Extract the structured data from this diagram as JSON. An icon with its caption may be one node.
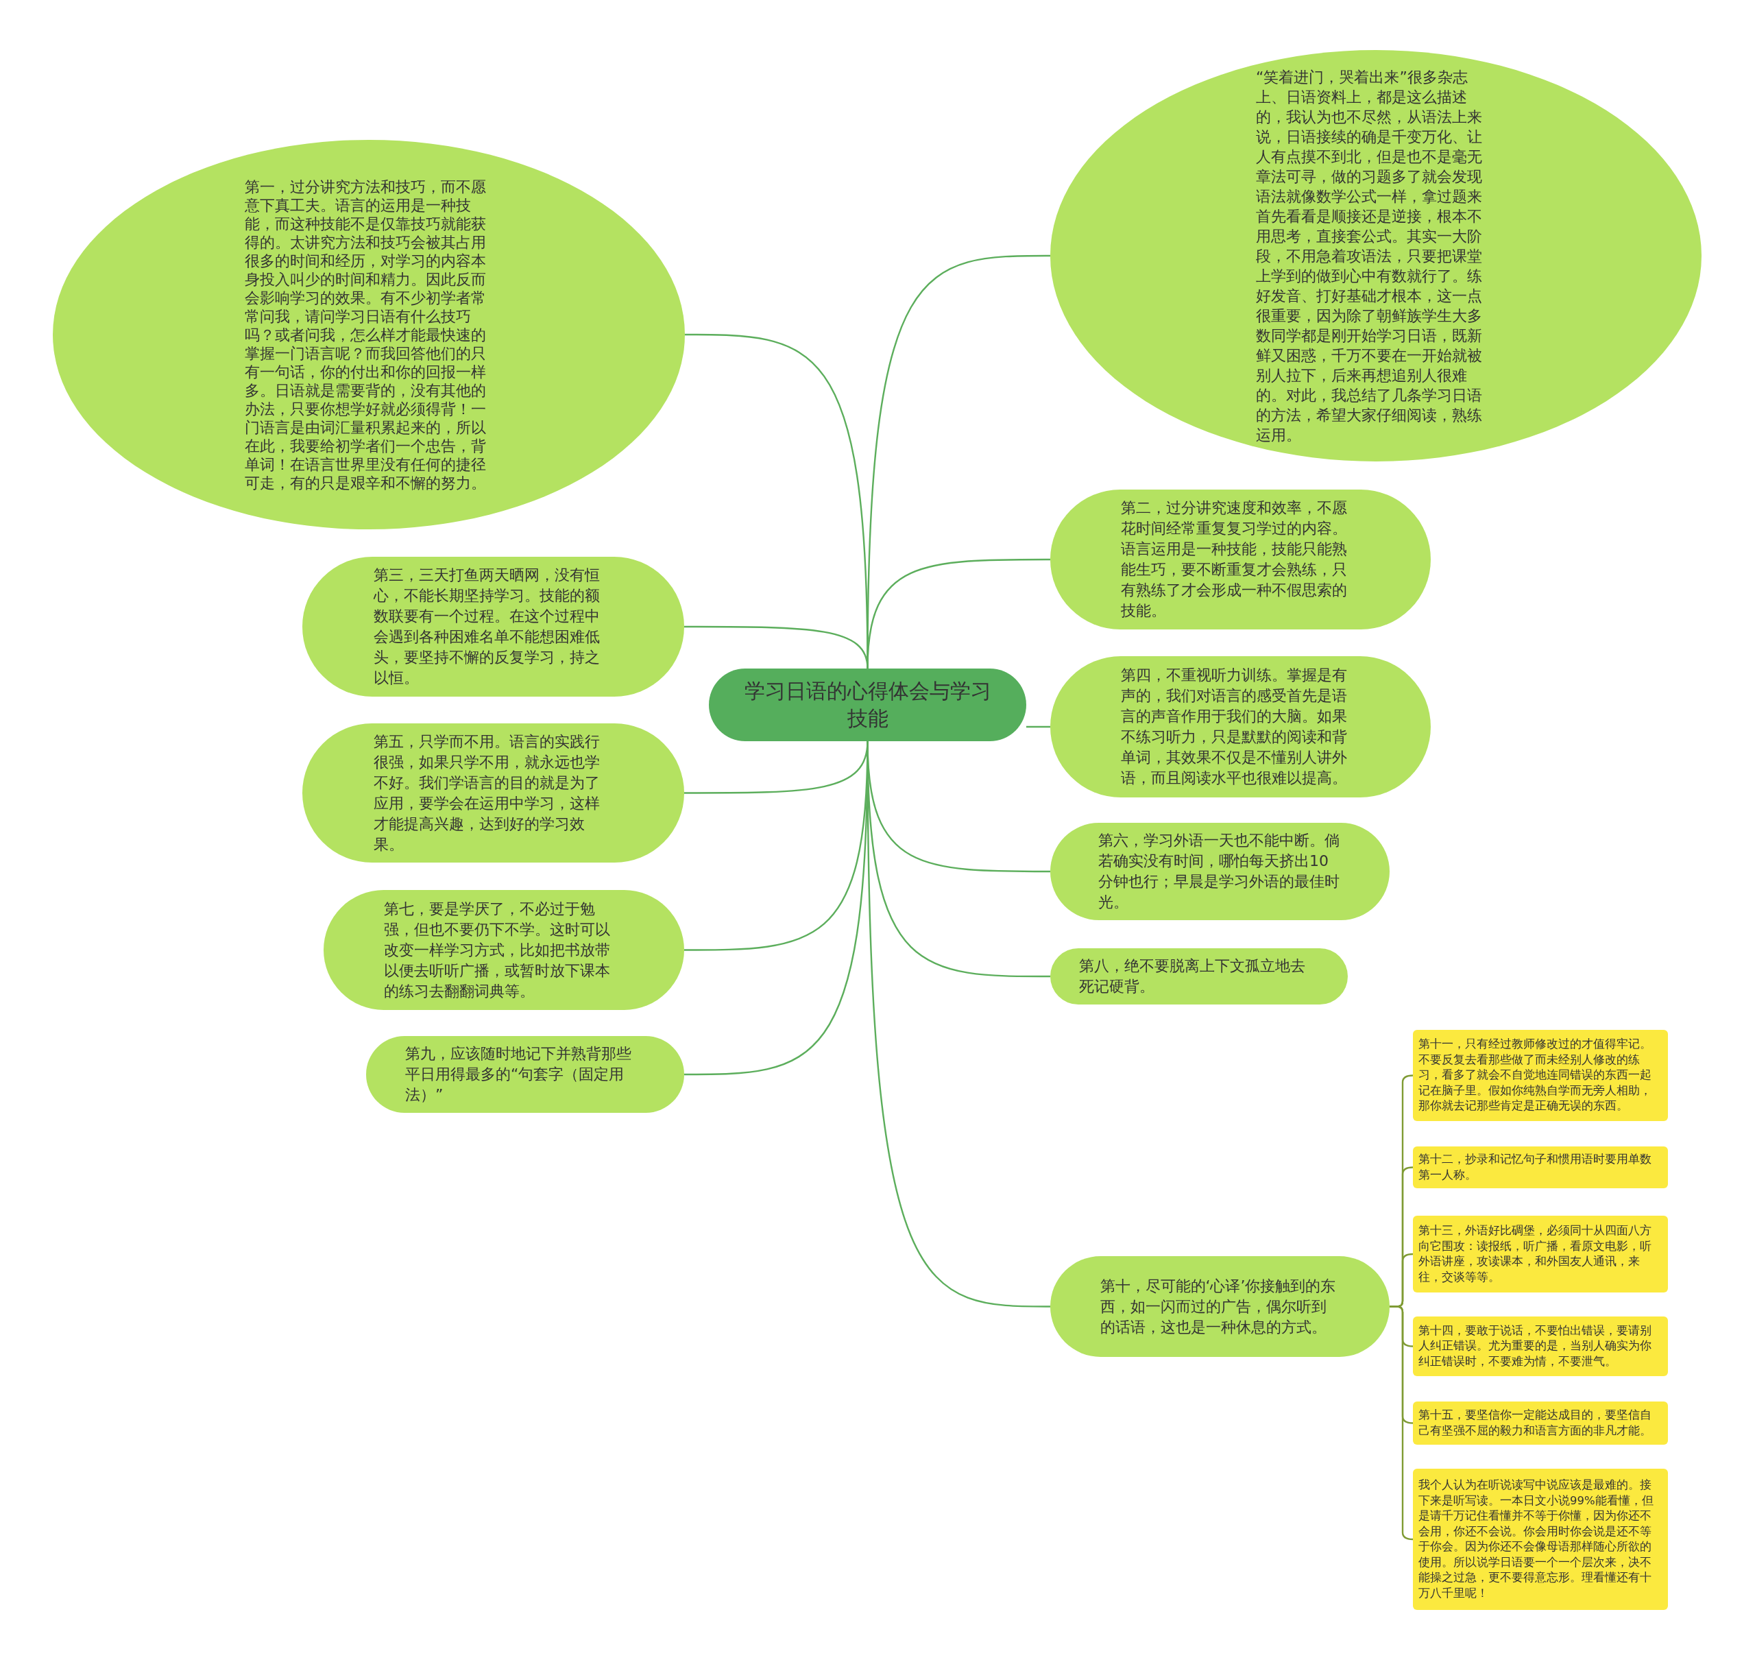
{
  "diagram": {
    "nodes": [
      {
        "text": [
          "学习日语的心得体会与学习技能"
        ]
      },
      {
        "text": [
          "第一，过分讲究方法和技巧，而不愿意下真工夫。语言的运用是一种技能，而这种技能不是仅靠技巧就能获得的。太讲究方法和技巧会被其占用很多的时间和经历，对学习的内容本身投入叫少的时间和精力。因此反而会影响学习的效果。有不少初学者常常问我，请问学习日语有什么技巧吗？或者问我，怎么样才能最快速的掌握一门语言呢？而我回答他们的只有一句话，你的付出和你的回报一样多。日语就是需要背的，没有其他的办法，只要你想学好就必须得背！一门语言是由词汇量积累起来的，所以在此，我要给初学者们一个忠告，背单词！在语言世界里没有任何的捷径可走，有的只是艰辛和不懈的努力。"
        ]
      },
      {
        "text": [
          "“笑着进门，哭着出来”很多杂志上、日语资料上，都是这么描述的，我认为也不尽然，从语法上来说，日语接续的确是千变万化、让人有点摸不到北，但是也不是毫无章法可寻，做的习题多了就会发现语法就像数学公式一样，拿过题来首先看看是顺接还是逆接，根本不用思考，直接套公式。其实一大阶段，不用急着攻语法，只要把课堂上学到的做到心中有数就行了。练好发音、打好基础才根本，这一点很重要，因为除了朝鲜族学生大多数同学都是刚开始学习日语，既新鲜又困惑，千万不要在一开始就被别人拉下，后来再想追别人很难的。对此，我总结了几条学习日语的方法，希望大家仔细阅读，熟练运用。"
        ]
      },
      {
        "text": [
          "第二，过分讲究速度和效率，不愿花时间经常重复复习学过的内容。语言运用是一种技能，技能只能熟能生巧，要不断重复才会熟练，只有熟练了才会形成一种不假思索的技能。"
        ]
      },
      {
        "text": [
          "第三，三天打鱼两天晒网，没有恒心，不能长期坚持学习。技能的额数联要有一个过程。在这个过程中会遇到各种困难名单不能想困难低头，要坚持不懈的反复学习，持之以恒。"
        ]
      },
      {
        "text": [
          "第四，不重视听力训练。掌握是有声的，我们对语言的感受首先是语言的声音作用于我们的大脑。如果不练习听力，只是默默的阅读和背单词，其效果不仅是不懂别人讲外语，而且阅读水平也很难以提高。"
        ]
      },
      {
        "text": [
          "第五，只学而不用。语言的实践行很强，如果只学不用，就永远也学不好。我们学语言的目的就是为了应用，要学会在运用中学习，这样才能提高兴趣，达到好的学习效果。"
        ]
      },
      {
        "text": [
          "第六，学习外语一天也不能中断。倘若确实没有时间，哪怕每天挤出10分钟也行；早晨是学习外语的最佳时光。"
        ]
      },
      {
        "text": [
          "第七，要是学厌了，不必过于勉强，但也不要仍下不学。这时可以改变一样学习方式，比如把书放带以便去听听广播，或暂时放下课本的练习去翻翻词典等。"
        ]
      },
      {
        "text": [
          "第八，绝不要脱离上下文孤立地去死记硬背。"
        ]
      },
      {
        "text": [
          "第九，应该随时地记下并熟背那些平日用得最多的“句套字（固定用法）”"
        ]
      },
      {
        "text": [
          "第十，尽可能的‘心译’你接触到的东西，如一闪而过的广告，偶尔听到的话语，这也是一种休息的方式。"
        ]
      },
      {
        "text": [
          "第十一，只有经过教师修改过的才值得牢记。不要反复去看那些做了而未经别人修改的练习，看多了就会不自觉地连同错误的东西一起记在脑子里。假如你纯熟自学而无旁人相助，那你就去记那些肯定是正确无误的东西。"
        ]
      },
      {
        "text": [
          "第十二，抄录和记忆句子和惯用语时要用单数第一人称。"
        ]
      },
      {
        "text": [
          "第十三，外语好比碉堡，必须同十从四面八方向它围攻：读报纸，听广播，看原文电影，听外语讲座，攻读课本，和外国友人通讯，来往，交谈等等。"
        ]
      },
      {
        "text": [
          "第十四，要敢于说话，不要怕出错误，要请别人纠正错误。尤为重要的是，当别人确实为你纠正错误时，不要难为情，不要泄气。"
        ]
      },
      {
        "text": [
          "第十五，要坚信你一定能达成目的，要坚信自己有坚强不屈的毅力和语言方面的非凡才能。"
        ]
      },
      {
        "text": [
          "我个人认为在听说读写中说应该是最难的。接下来是听写读。一本日文小说99%能看懂，但是请千万记住看懂并不等于你懂，因为你还不会用，你还不会说。你会用时你会说是还不等于你会。因为你还不会像母语那样随心所欲的使用。所以说学日语要一个一个层次来，决不能操之过急，更不要得意忘形。理看懂还有十万八千里呢！"
        ]
      }
    ],
    "edges": [
      {
        "from": 0,
        "to": 1,
        "arrow": "none"
      },
      {
        "from": 0,
        "to": 2,
        "arrow": "none"
      },
      {
        "from": 0,
        "to": 3,
        "arrow": "none"
      },
      {
        "from": 0,
        "to": 4,
        "arrow": "none"
      },
      {
        "from": 0,
        "to": 5,
        "arrow": "none"
      },
      {
        "from": 0,
        "to": 6,
        "arrow": "none"
      },
      {
        "from": 0,
        "to": 7,
        "arrow": "none"
      },
      {
        "from": 0,
        "to": 8,
        "arrow": "none"
      },
      {
        "from": 0,
        "to": 9,
        "arrow": "none"
      },
      {
        "from": 0,
        "to": 10,
        "arrow": "none"
      },
      {
        "from": 0,
        "to": 11,
        "arrow": "none"
      },
      {
        "from": 11,
        "to": 12,
        "arrow": "none",
        "color": "#7f9b34"
      },
      {
        "from": 11,
        "to": 13,
        "arrow": "none",
        "color": "#7f9b34"
      },
      {
        "from": 11,
        "to": 14,
        "arrow": "none",
        "color": "#7f9b34"
      },
      {
        "from": 11,
        "to": 15,
        "arrow": "none",
        "color": "#7f9b34"
      },
      {
        "from": 11,
        "to": 16,
        "arrow": "none",
        "color": "#7f9b34"
      },
      {
        "from": 11,
        "to": 17,
        "arrow": "none",
        "color": "#7f9b34"
      }
    ]
  }
}
